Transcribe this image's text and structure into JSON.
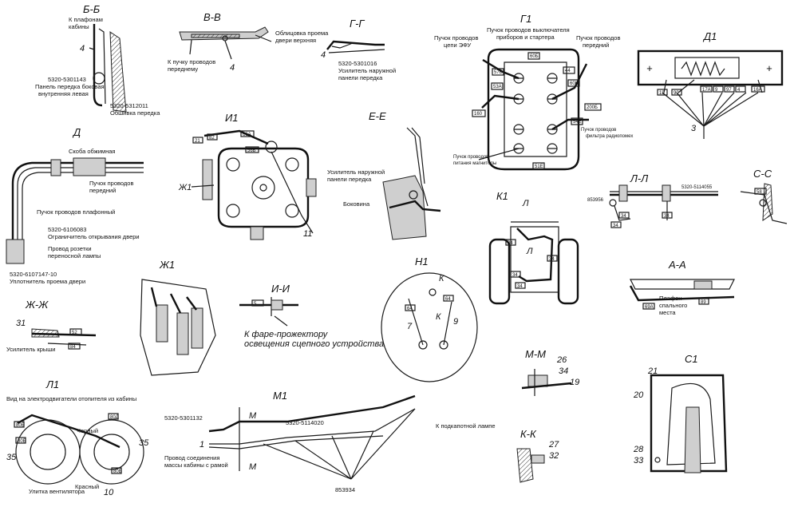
{
  "sections": {
    "bb": {
      "title": "Б-Б",
      "l1": "К плафонам",
      "l2": "кабины",
      "n4": "4",
      "l3": "5320-5301143",
      "l4": "Панель передка боковая",
      "l5": "внутренняя левая",
      "l6": "5320-5312011",
      "l7": "Обшивка передка"
    },
    "vv": {
      "title": "В-В",
      "l1": "Облицовка проема",
      "l2": "двери верхняя",
      "l3": "К пучку проводов",
      "l4": "переднему",
      "n4": "4"
    },
    "gg": {
      "title": "Г-Г",
      "n4": "4",
      "l1": "5320-5301016",
      "l2": "Усилитель наружной",
      "l3": "панели передка"
    },
    "g1": {
      "title": "Г1",
      "l1": "Пучок проводов выключателя",
      "l2": "приборов и стартера",
      "l3": "Пучок проводов",
      "l4": "цепи ЭФУ",
      "l5": "Пучок проводов",
      "l6": "передний",
      "l7": "Пучок проводов",
      "l8": "фильтра радиопомех",
      "l9": "Пучок проводов",
      "l10": "питания магнитолы",
      "tags": [
        "60Б",
        "57Б",
        "53А",
        "160",
        "44",
        "60К",
        "200Б",
        "54Е",
        "51Е"
      ]
    },
    "d1": {
      "title": "Д1",
      "plus": "+",
      "n3": "3",
      "tags": [
        "19",
        "90",
        "17А",
        "9",
        "97",
        "4",
        "16А"
      ]
    },
    "d": {
      "title": "Д",
      "l1": "Скоба обжимная",
      "l2": "Пучок проводов",
      "l3": "передний",
      "l4": "Пучок проводов плафонный",
      "l5": "5320-6106083",
      "l6": "Ограничитель открывания двери",
      "l7": "Провод розетки",
      "l8": "переносной лампы",
      "l9": "5320-6107147-10",
      "l10": "Уплотнитель проема двери"
    },
    "i1": {
      "title": "И1",
      "zh1": "Ж1",
      "n11": "11",
      "tags": [
        "21",
        "82",
        "66А",
        "56Б"
      ]
    },
    "ee": {
      "title": "Е-Е",
      "l1": "Усилитель наружной",
      "l2": "панели передка",
      "l3": "Боковина"
    },
    "k1": {
      "title": "К1",
      "l": "Л",
      "tags": [
        "34",
        "34",
        "34",
        "34"
      ]
    },
    "ll": {
      "title": "Л-Л",
      "l1": "5320-5114055",
      "l2": "853956",
      "tags": [
        "34",
        "34",
        "34"
      ]
    },
    "cc": {
      "title": "С-С",
      "tags": [
        "58"
      ]
    },
    "zh1": {
      "title": "Ж1"
    },
    "ii": {
      "title": "И-И",
      "l1": "К фаре-прожектору",
      "l2": "освещения сцепного устройства",
      "tags": [
        "5"
      ]
    },
    "n1": {
      "title": "Н1",
      "k": "К",
      "n7": "7",
      "n9": "9",
      "tags": [
        "64",
        "64"
      ]
    },
    "aa": {
      "title": "А-А",
      "l1": "Плафон",
      "l2": "спального",
      "l3": "места",
      "tags": [
        "69А",
        "89"
      ]
    },
    "zhzh": {
      "title": "Ж-Ж",
      "n31": "31",
      "l1": "Усилитель крыши",
      "tags": [
        "52",
        "84"
      ]
    },
    "l1": {
      "title": "Л1",
      "l1": "Вид на электродвигатели отопителя из кабины",
      "l2": "Черный",
      "l3": "Улитка вентилятора",
      "l4": "Красный",
      "n35a": "35",
      "n35b": "35",
      "n10": "10",
      "tags": [
        "80Б",
        "80Б",
        "80Д",
        "80Б"
      ]
    },
    "m1": {
      "title": "М1",
      "l1": "5320-5301132",
      "l2": "5320-5114020",
      "l3": "К подкапотной лампе",
      "l4": "Провод соединения",
      "l5": "массы кабины с рамой",
      "l6": "853934",
      "m": "М",
      "n1": "1"
    },
    "mm": {
      "title": "М-М",
      "n26": "26",
      "n34": "34",
      "n19": "19"
    },
    "kk": {
      "title": "К-К",
      "n27": "27",
      "n32": "32"
    },
    "c1": {
      "title": "С1",
      "n21": "21",
      "n20": "20",
      "n28": "28",
      "n33": "33"
    }
  },
  "colors": {
    "line": "#1a1a1a",
    "fill": "#cfcfcf",
    "background": "#ffffff"
  }
}
